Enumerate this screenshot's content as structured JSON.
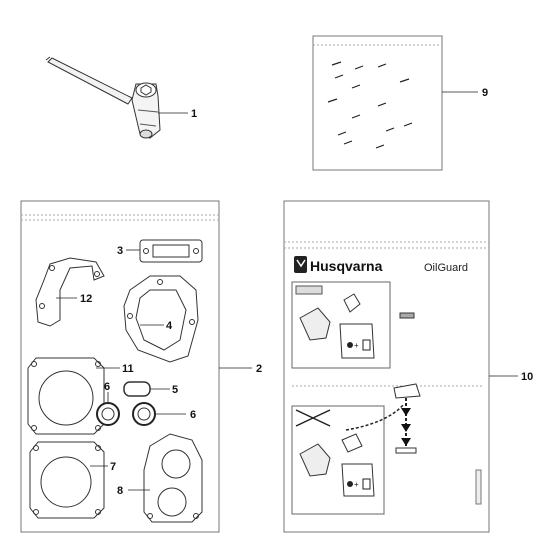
{
  "callouts": {
    "c1": "1",
    "c2": "2",
    "c3": "3",
    "c4": "4",
    "c5": "5",
    "c6a": "6",
    "c6b": "6",
    "c7": "7",
    "c8": "8",
    "c9": "9",
    "c10": "10",
    "c11": "11",
    "c12": "12"
  },
  "oilguard_package": {
    "brand": "Husqvarna",
    "product": "OilGuard"
  }
}
